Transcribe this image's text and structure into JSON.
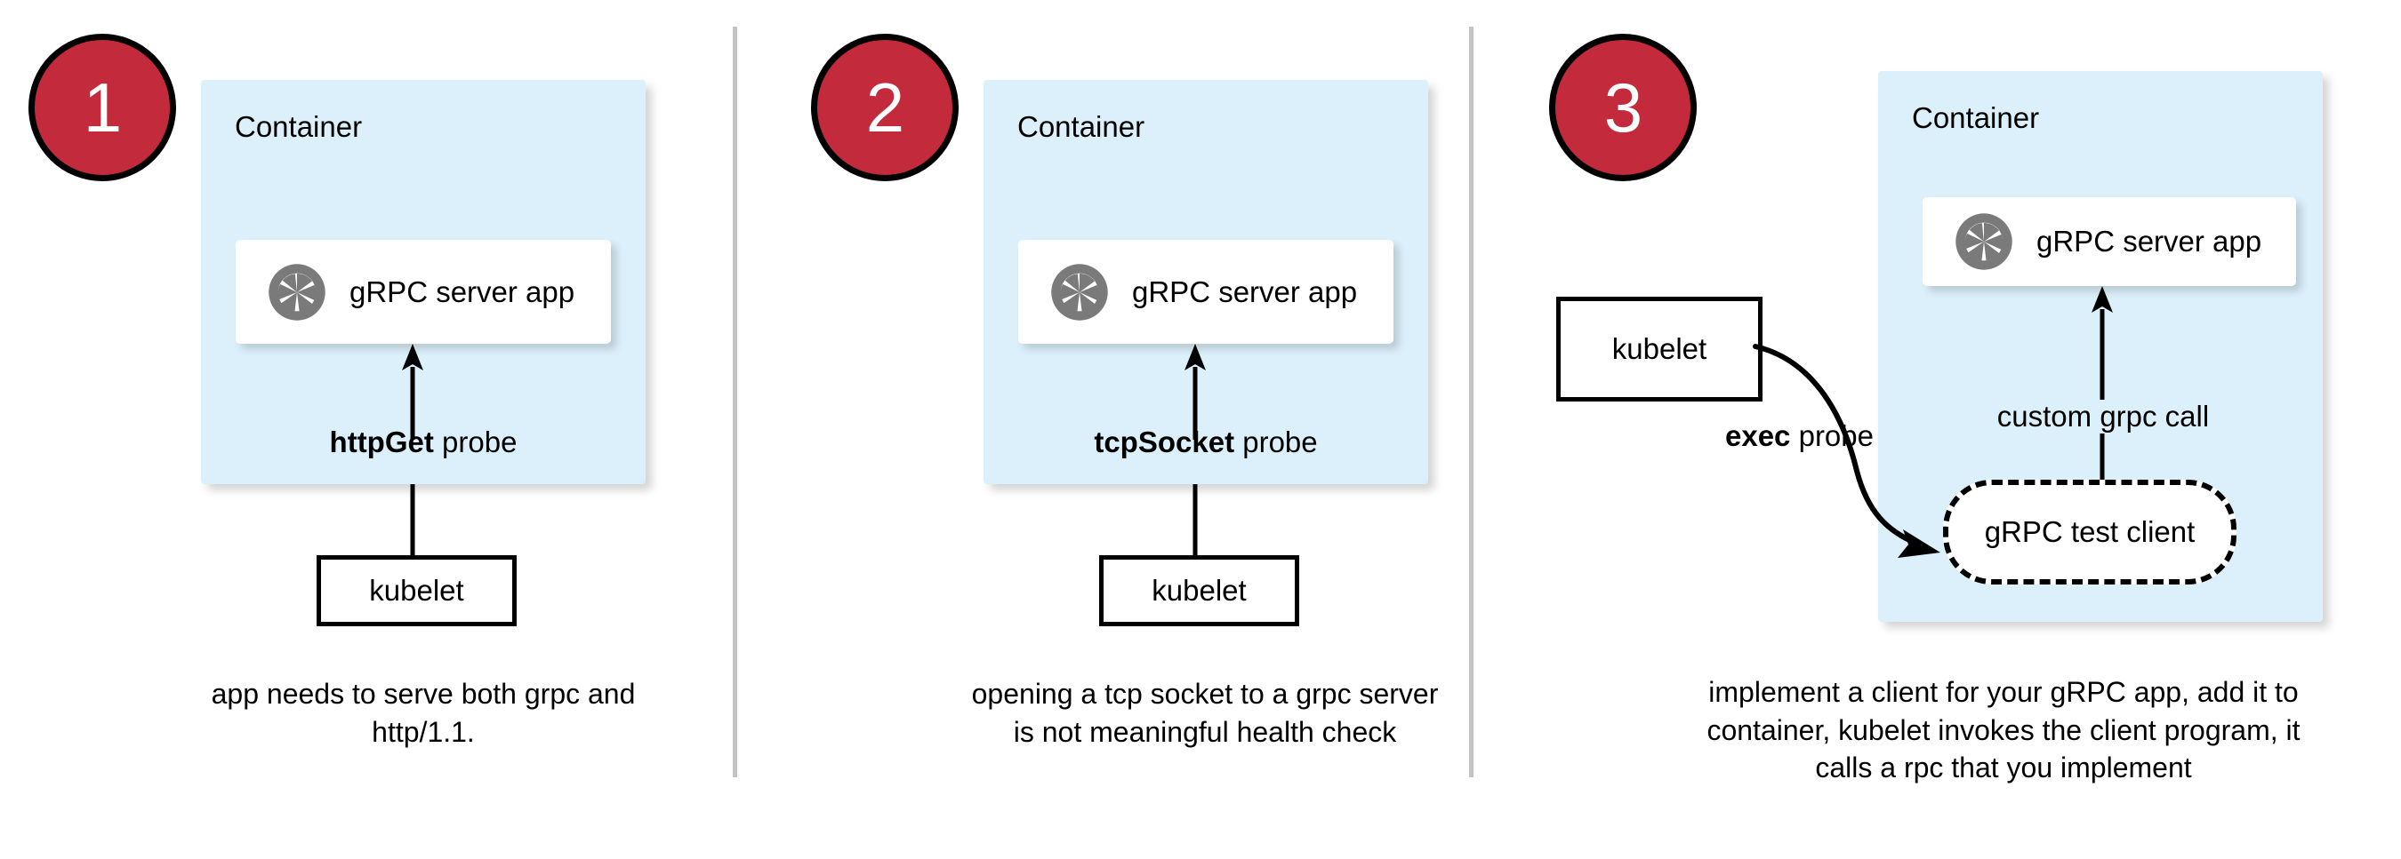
{
  "diagram": {
    "title": "Kubernetes gRPC health probe approaches",
    "colors": {
      "badge_fill": "#C32A3C",
      "badge_border": "#000000",
      "container_fill": "#DCF0FB",
      "icon_gray": "#7A7A7A",
      "divider": "#C4C4C4",
      "box_border": "#000000",
      "card_fill": "#FFFFFF"
    },
    "panels": [
      {
        "badge": "1",
        "container_label": "Container",
        "app_label": "gRPC server app",
        "app_icon": "grpc-aperture-icon",
        "probe_label_bold": "httpGet",
        "probe_label_rest": " probe",
        "kubelet_label": "kubelet",
        "caption": "app needs to serve both grpc and http/1.1."
      },
      {
        "badge": "2",
        "container_label": "Container",
        "app_label": "gRPC server app",
        "app_icon": "grpc-aperture-icon",
        "probe_label_bold": "tcpSocket",
        "probe_label_rest": " probe",
        "kubelet_label": "kubelet",
        "caption": "opening a tcp socket to a grpc server is not meaningful health check"
      },
      {
        "badge": "3",
        "container_label": "Container",
        "app_label": "gRPC server app",
        "app_icon": "grpc-aperture-icon",
        "probe_label_bold": "exec",
        "probe_label_rest": " probe",
        "kubelet_label": "kubelet",
        "test_client_label": "gRPC test client",
        "call_label": "custom grpc call",
        "caption": "implement a client for your gRPC app, add it to container, kubelet invokes the client program, it calls a rpc that you implement"
      }
    ]
  }
}
